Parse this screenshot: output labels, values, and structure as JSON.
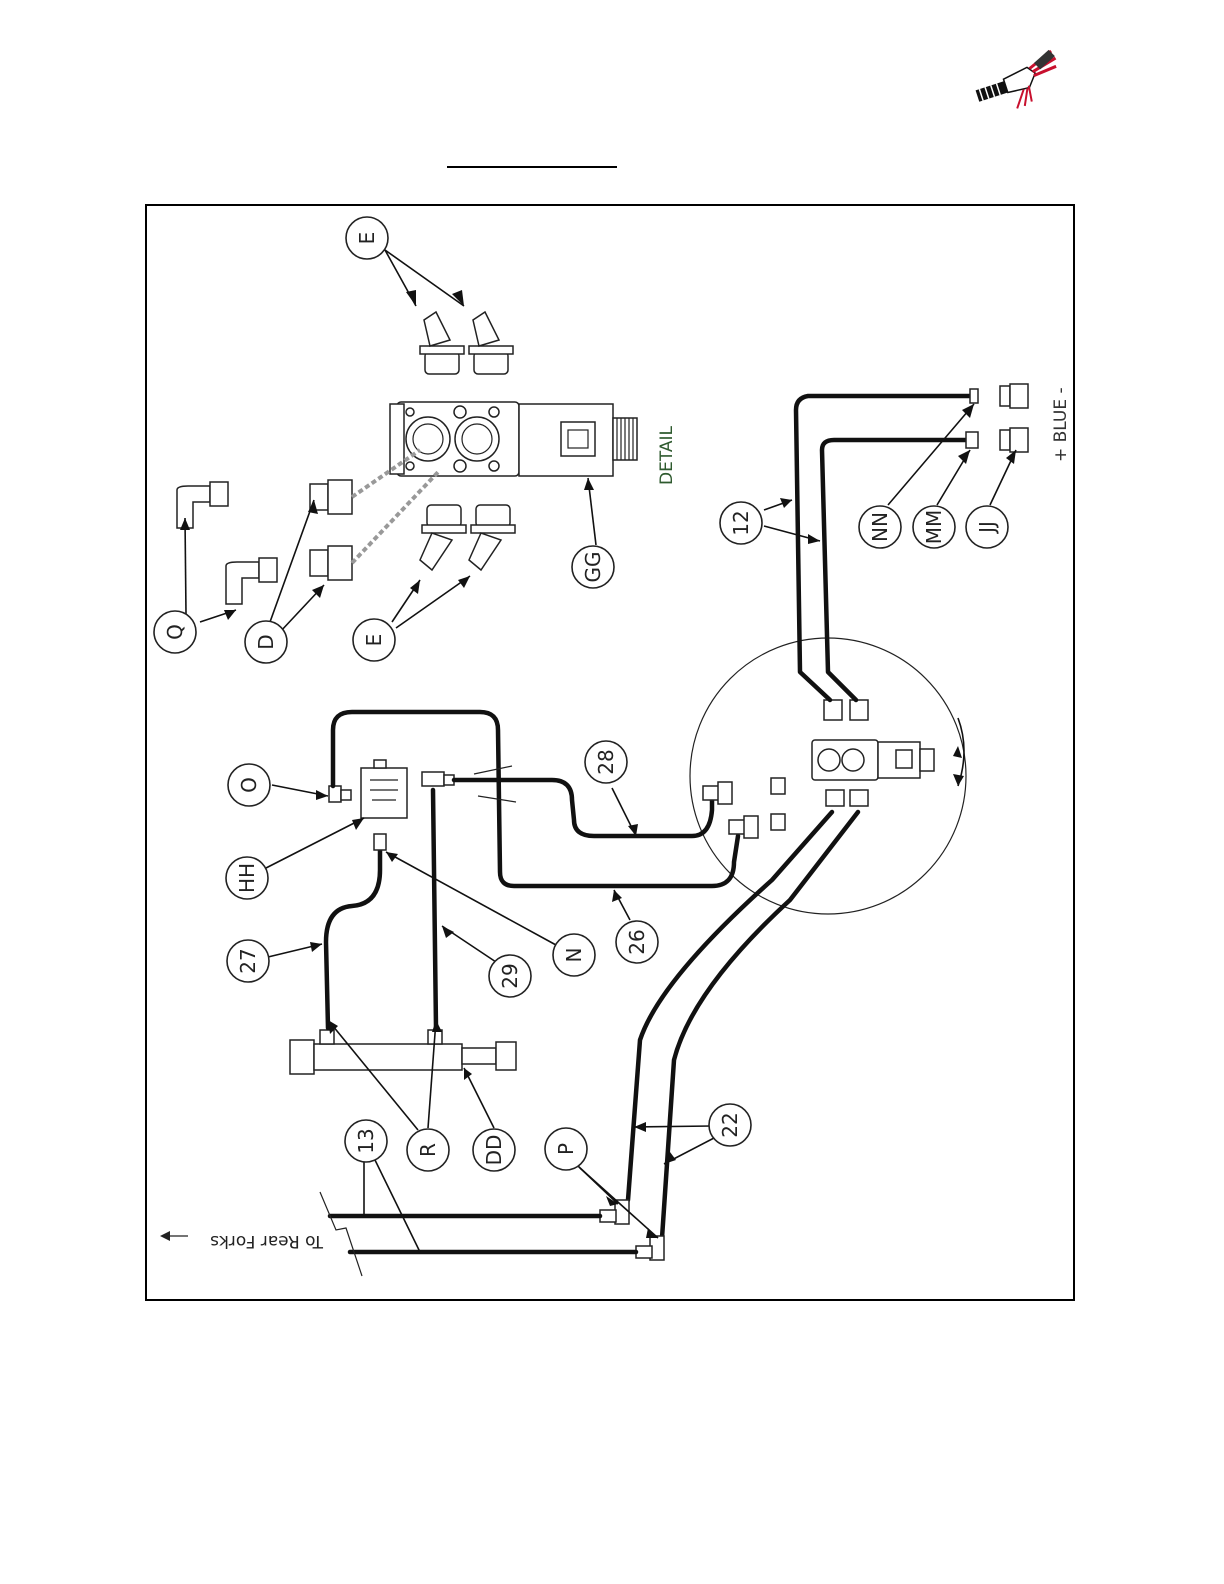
{
  "labels": {
    "detail": "DETAIL",
    "blue": "+ BLUE -",
    "to_rear_forks": "To Rear Forks"
  },
  "colors": {
    "detail_text": "#2e5a2e",
    "line": "#111111",
    "logo_red": "#c8102e"
  },
  "callouts": {
    "e_top": "E",
    "q": "Q",
    "d": "D",
    "e_bottom": "E",
    "gg": "GG",
    "c12": "12",
    "nn": "NN",
    "mm": "MM",
    "jj": "JJ",
    "o": "O",
    "hh": "HH",
    "c27": "27",
    "c29": "29",
    "n": "N",
    "c26": "26",
    "c28": "28",
    "c13": "13",
    "r": "R",
    "dd": "DD",
    "p": "P",
    "c22": "22"
  }
}
